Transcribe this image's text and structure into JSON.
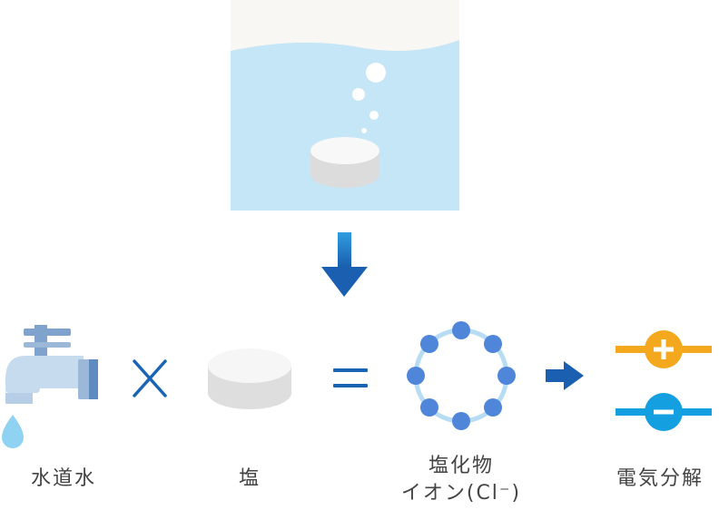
{
  "labels": {
    "tap_water": "水道水",
    "salt": "塩",
    "chloride_line1": "塩化物",
    "chloride_line2": "イオン(Cl⁻)",
    "electrolysis": "電気分解"
  },
  "symbols": {
    "times": "×",
    "equals": "=",
    "plus": "+",
    "minus": "−"
  },
  "colors": {
    "water_light": "#c5e6f6",
    "arrow_blue": "#1a64b4",
    "ion_blue": "#4f86d9",
    "plus_orange": "#f4a81e",
    "minus_cyan": "#139fe0"
  }
}
